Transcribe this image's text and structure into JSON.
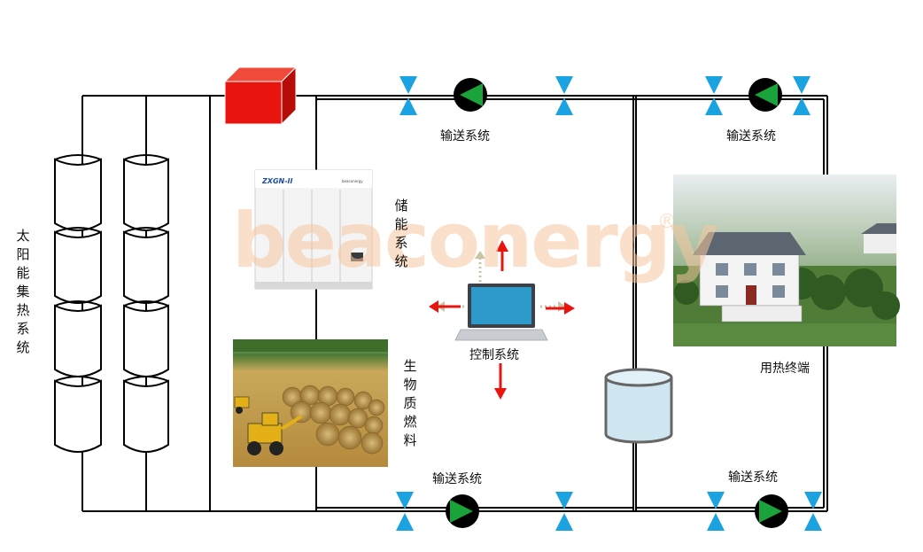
{
  "brand": {
    "watermark": "beaconergy",
    "registered_mark": "®",
    "cabinet_model": "ZXGN-II",
    "cabinet_brand": "beaconergy"
  },
  "labels": {
    "solar_collector": "太阳能集热系统",
    "storage": "储能系统",
    "biomass": "生物质燃料",
    "control": "控制系统",
    "end_user": "用热终端",
    "pump_top_left": "输送系统",
    "pump_top_right": "输送系统",
    "pump_bottom_left": "输送系统",
    "pump_bottom_right": "输送系统"
  },
  "colors": {
    "pipe": "#000000",
    "valve": "#1aa3e0",
    "pump": "#1aa33a",
    "arrow_red": "#e8150f",
    "arrow_dotted": "#c8c4a6",
    "heat_box": "#e8150f",
    "tank": "#cfe5ef",
    "watermark": "#f6c79f"
  },
  "icons": [
    "cube-icon",
    "valve-icon",
    "pump-icon",
    "laptop-icon",
    "tank-icon",
    "collector-tube-icon"
  ]
}
